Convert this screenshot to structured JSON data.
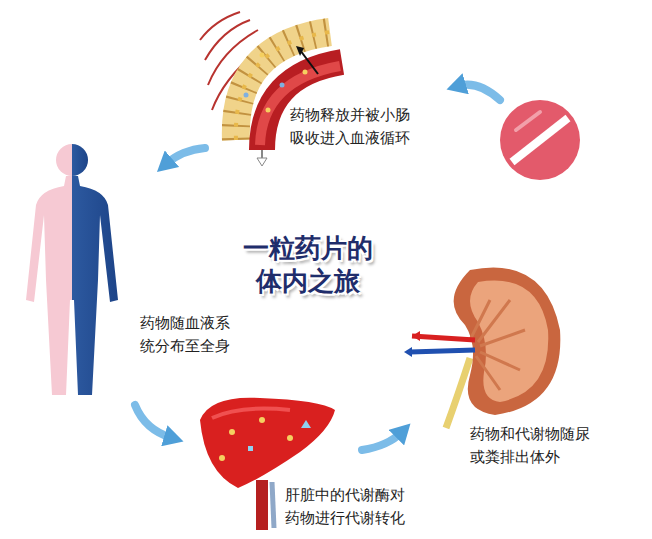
{
  "diagram": {
    "title": "一粒药片的 体内之旅",
    "labels": [
      "药物释放并被小肠 吸收进入血液循环",
      "药物随血液系 统分布至全身",
      "肝脏中的代谢酶对 药物进行代谢转化",
      "药物和代谢物随尿 或粪排出体外"
    ]
  }
}
